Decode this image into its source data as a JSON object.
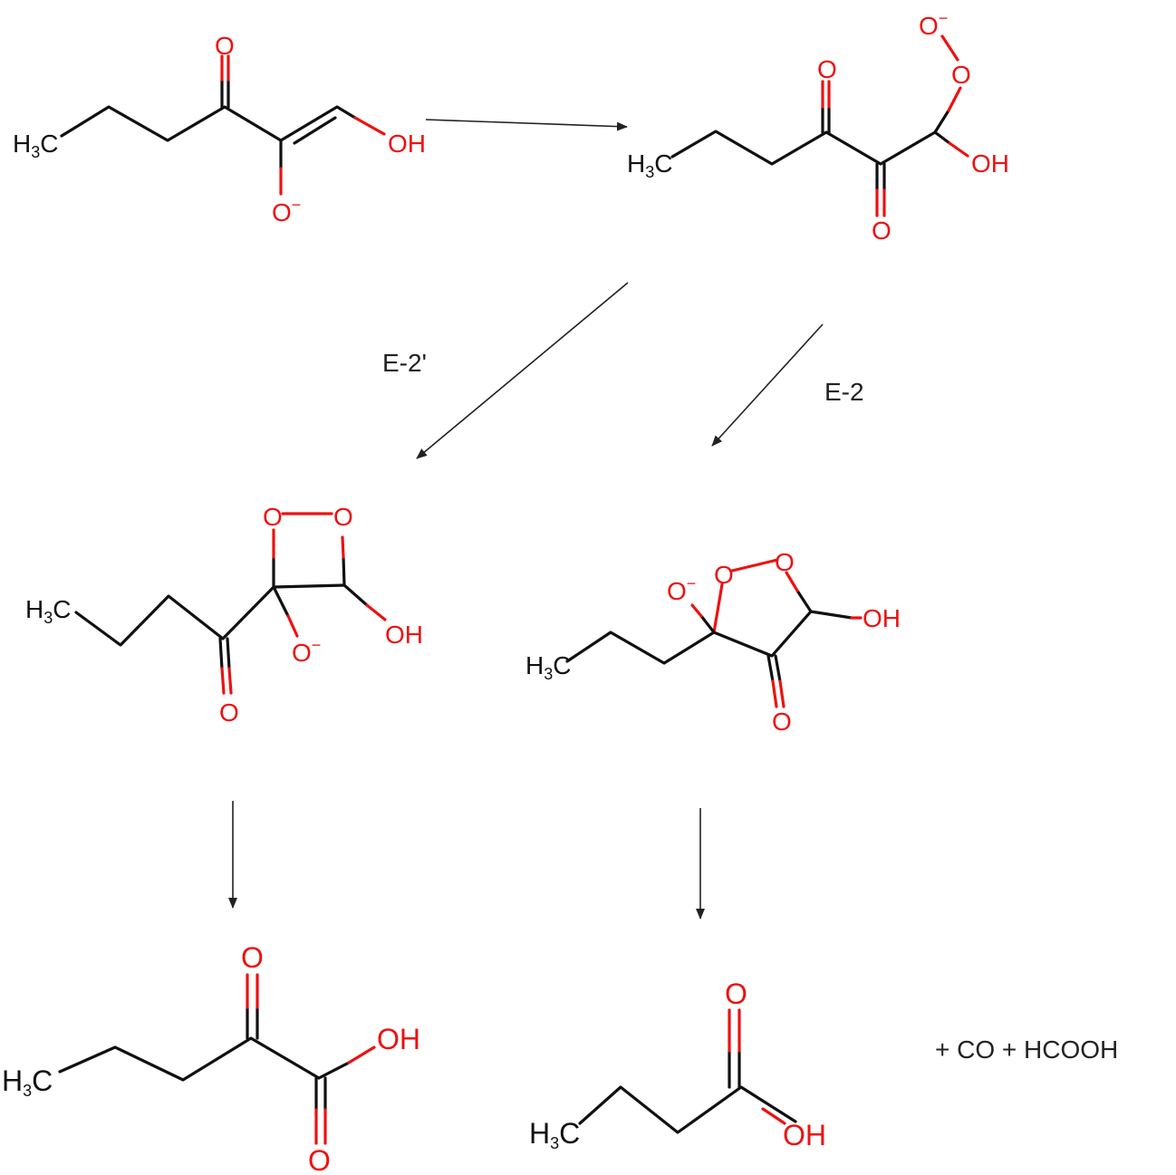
{
  "diagram": {
    "type": "reaction-scheme",
    "colors": {
      "bond": "#111111",
      "oxygen": "#ee1111",
      "arrow": "#222222",
      "background": "#ffffff"
    },
    "molecules": {
      "start": {
        "labels": {
          "methyl": "H",
          "methyl_sub": "3",
          "methyl_c": "C",
          "ketone_o": "O",
          "enol_oh": "OH",
          "oxide": "O",
          "charge": "−"
        }
      },
      "peroxide": {
        "labels": {
          "methyl": "H",
          "methyl_sub": "3",
          "methyl_c": "C",
          "o_top": "O",
          "o_bottom": "O",
          "peroxy_o1": "O",
          "peroxy_o2": "O",
          "charge": "−",
          "oh": "OH"
        }
      },
      "dioxetane": {
        "labels": {
          "methyl": "H",
          "methyl_sub": "3",
          "methyl_c": "C",
          "ring_o1": "O",
          "ring_o2": "O",
          "oh": "OH",
          "oxide": "O",
          "charge": "−",
          "ketone_o": "O"
        }
      },
      "dioxolane": {
        "labels": {
          "methyl": "H",
          "methyl_sub": "3",
          "methyl_c": "C",
          "oxide": "O",
          "charge": "−",
          "ring_o1": "O",
          "ring_o2": "O",
          "oh": "OH",
          "ketone_o": "O"
        }
      },
      "product_keto_acid": {
        "labels": {
          "methyl": "H",
          "methyl_sub": "3",
          "methyl_c": "C",
          "ketone_o": "O",
          "oh": "OH",
          "acid_o": "O"
        }
      },
      "product_butyric_acid": {
        "labels": {
          "methyl": "H",
          "methyl_sub": "3",
          "methyl_c": "C",
          "acid_o": "O",
          "oh": "OH"
        }
      }
    },
    "pathway_labels": {
      "left": "E-2'",
      "right": "E-2"
    },
    "byproducts": "+ CO + HCOOH"
  }
}
